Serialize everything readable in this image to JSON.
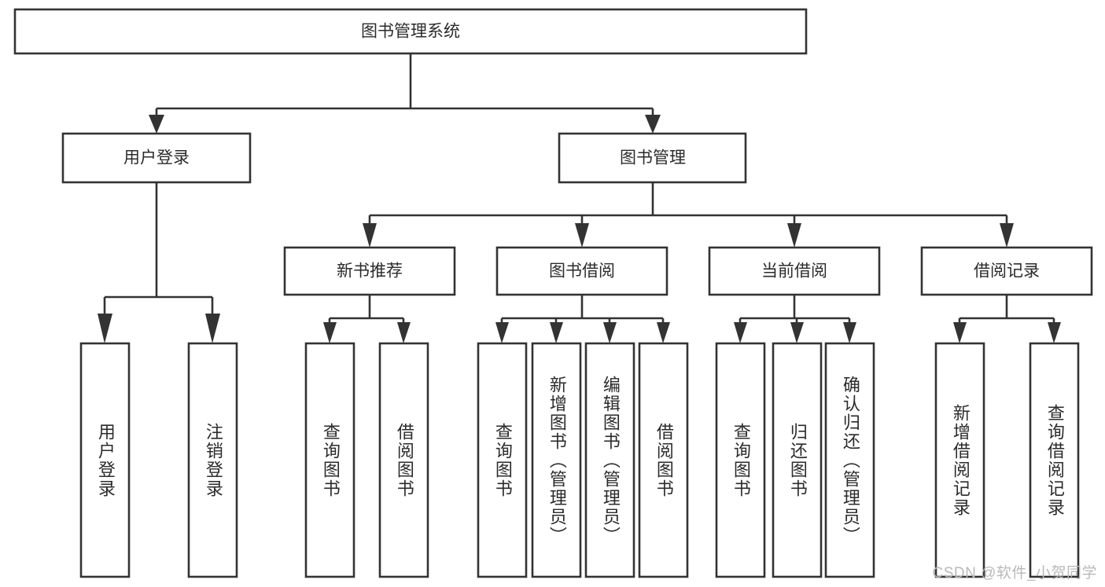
{
  "diagram": {
    "title": "图书管理系统",
    "root": {
      "id": "root",
      "label": "图书管理系统"
    },
    "level2": [
      {
        "id": "user-login",
        "label": "用户登录"
      },
      {
        "id": "book-manage",
        "label": "图书管理"
      }
    ],
    "level3": [
      {
        "id": "new-book-recommend",
        "label": "新书推荐",
        "parent": "book-manage"
      },
      {
        "id": "book-borrow",
        "label": "图书借阅",
        "parent": "book-manage"
      },
      {
        "id": "current-borrow",
        "label": "当前借阅",
        "parent": "book-manage"
      },
      {
        "id": "borrow-record",
        "label": "借阅记录",
        "parent": "book-manage"
      }
    ],
    "leaves": [
      {
        "id": "leaf-user-login",
        "label": "用户登录",
        "parent": "user-login"
      },
      {
        "id": "leaf-user-logout",
        "label": "注销登录",
        "parent": "user-login"
      },
      {
        "id": "leaf-query-book-1",
        "label": "查询图书",
        "parent": "new-book-recommend"
      },
      {
        "id": "leaf-borrow-book-1",
        "label": "借阅图书",
        "parent": "new-book-recommend"
      },
      {
        "id": "leaf-query-book-2",
        "label": "查询图书",
        "parent": "book-borrow"
      },
      {
        "id": "leaf-add-book",
        "label": "新增图书（管理员）",
        "parent": "book-borrow"
      },
      {
        "id": "leaf-edit-book",
        "label": "编辑图书（管理员）",
        "parent": "book-borrow"
      },
      {
        "id": "leaf-borrow-book-2",
        "label": "借阅图书",
        "parent": "book-borrow"
      },
      {
        "id": "leaf-query-book-3",
        "label": "查询图书",
        "parent": "current-borrow"
      },
      {
        "id": "leaf-return-book",
        "label": "归还图书",
        "parent": "current-borrow"
      },
      {
        "id": "leaf-confirm-return",
        "label": "确认归还（管理员）",
        "parent": "current-borrow"
      },
      {
        "id": "leaf-add-record",
        "label": "新增借阅记录",
        "parent": "borrow-record"
      },
      {
        "id": "leaf-query-record",
        "label": "查询借阅记录",
        "parent": "borrow-record"
      }
    ],
    "watermark": "CSDN @软件_小贺同学",
    "colors": {
      "stroke": "#333333",
      "background": "#ffffff",
      "text": "#2b2b2b",
      "watermark": "#b9b9b9"
    }
  }
}
